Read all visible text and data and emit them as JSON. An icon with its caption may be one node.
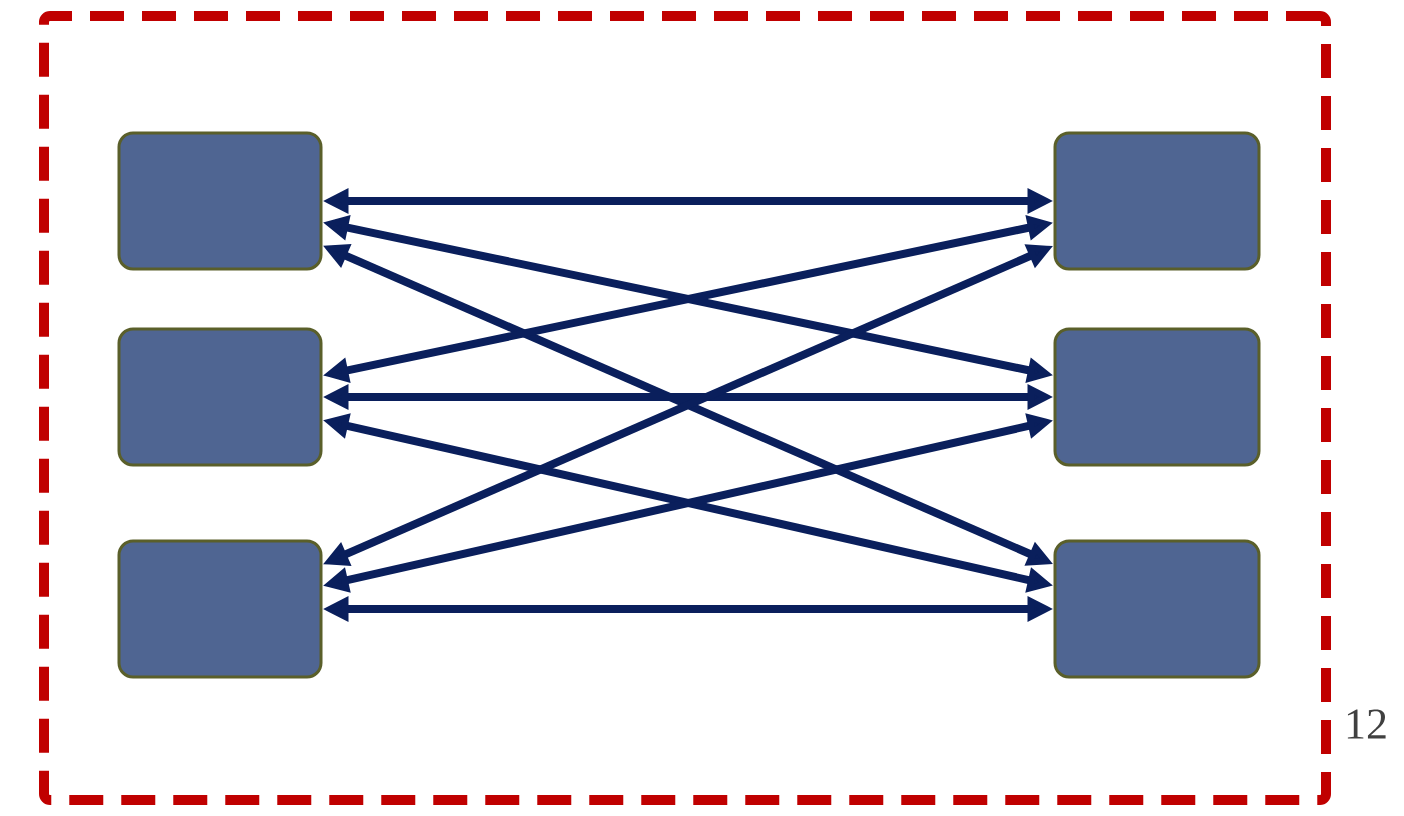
{
  "diagram": {
    "nodes": [
      {
        "text": [],
        "shape": "box"
      },
      {
        "text": [],
        "shape": "box",
        "in": 0
      },
      {
        "text": [],
        "shape": "box",
        "in": 0
      },
      {
        "text": [],
        "shape": "box",
        "in": 0
      },
      {
        "text": [],
        "shape": "box",
        "in": 0
      },
      {
        "text": [],
        "shape": "box",
        "in": 0
      },
      {
        "text": [],
        "shape": "box",
        "in": 0
      }
    ],
    "edges": [
      {
        "from": 1,
        "to": 2,
        "arrow": "both"
      },
      {
        "from": 1,
        "to": 4,
        "arrow": "both"
      },
      {
        "from": 1,
        "to": 6,
        "arrow": "both"
      },
      {
        "from": 3,
        "to": 2,
        "arrow": "both"
      },
      {
        "from": 3,
        "to": 4,
        "arrow": "both"
      },
      {
        "from": 3,
        "to": 6,
        "arrow": "both"
      },
      {
        "from": 5,
        "to": 2,
        "arrow": "both"
      },
      {
        "from": 5,
        "to": 4,
        "arrow": "both"
      },
      {
        "from": 5,
        "to": 6,
        "arrow": "both"
      }
    ],
    "labels": [
      "12"
    ]
  }
}
